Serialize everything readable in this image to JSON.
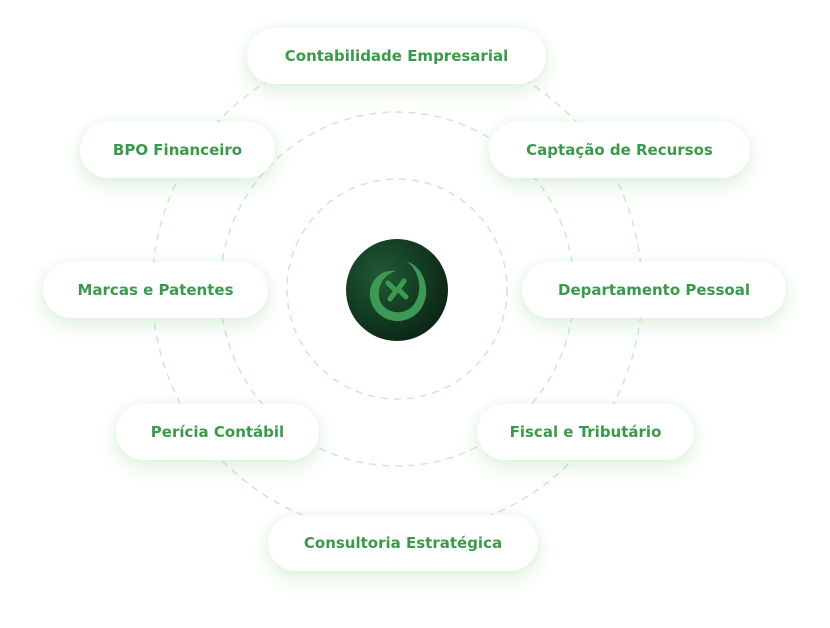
{
  "services": [
    {
      "label": "Contabilidade Empresarial"
    },
    {
      "label": "BPO Financeiro"
    },
    {
      "label": "Captação de Recursos"
    },
    {
      "label": "Marcas e Patentes"
    },
    {
      "label": "Departamento Pessoal"
    },
    {
      "label": "Perícia Contábil"
    },
    {
      "label": "Fiscal e Tributário"
    },
    {
      "label": "Consultoria Estratégica"
    }
  ],
  "colors": {
    "accent": "#3a9a4a",
    "ring": "#c8e6cc",
    "logo_bg": "#0f2e1b"
  }
}
